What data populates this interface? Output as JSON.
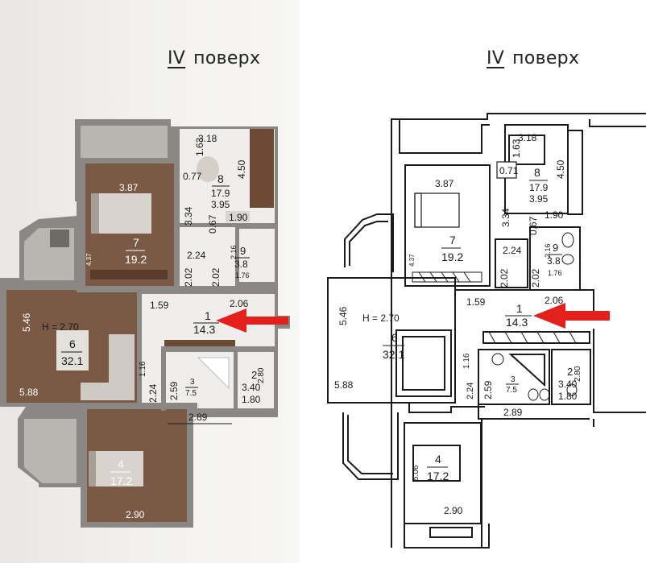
{
  "title": {
    "ordinal": "IV",
    "word": "поверх"
  },
  "ceiling_height": "H = 2.70",
  "rooms": [
    {
      "id": "1",
      "area": "14.3"
    },
    {
      "id": "3",
      "area": "7.5"
    },
    {
      "id": "4",
      "area": "17.2"
    },
    {
      "id": "6",
      "area": "32.1"
    },
    {
      "id": "7",
      "area": "19.2"
    },
    {
      "id": "8",
      "area": "17.9"
    },
    {
      "id": "9",
      "area": "3.8"
    },
    {
      "id": "2",
      "area": ""
    }
  ],
  "dimensions": {
    "d318": "3.18",
    "d163": "1.63",
    "d450": "4.50",
    "d071": "0.71",
    "d077": "0.77",
    "d334": "3.34",
    "d395": "3.95",
    "d067": "0.67",
    "d190": "1.90",
    "d387": "3.87",
    "d437": "4.37",
    "d224a": "2.24",
    "d216": "2.16",
    "d202a": "2.02",
    "d202b": "2.02",
    "d176": "1.76",
    "d546": "5.46",
    "d588": "5.88",
    "d159": "1.59",
    "d206": "2.06",
    "d116": "1.16",
    "d224b": "2.24",
    "d259": "2.59",
    "d280": "2.80",
    "d340": "3.40",
    "d180": "1.80",
    "d289": "2.89",
    "d506": "5.06",
    "d290": "2.90"
  },
  "arrow": {
    "color": "#e3201b",
    "meaning": "apartment-entrance"
  },
  "colors": {
    "floor_wood": "#7a5a45",
    "floor_tile": "#efeeec",
    "wall": "#8b8784",
    "line": "#1a1a1a"
  }
}
